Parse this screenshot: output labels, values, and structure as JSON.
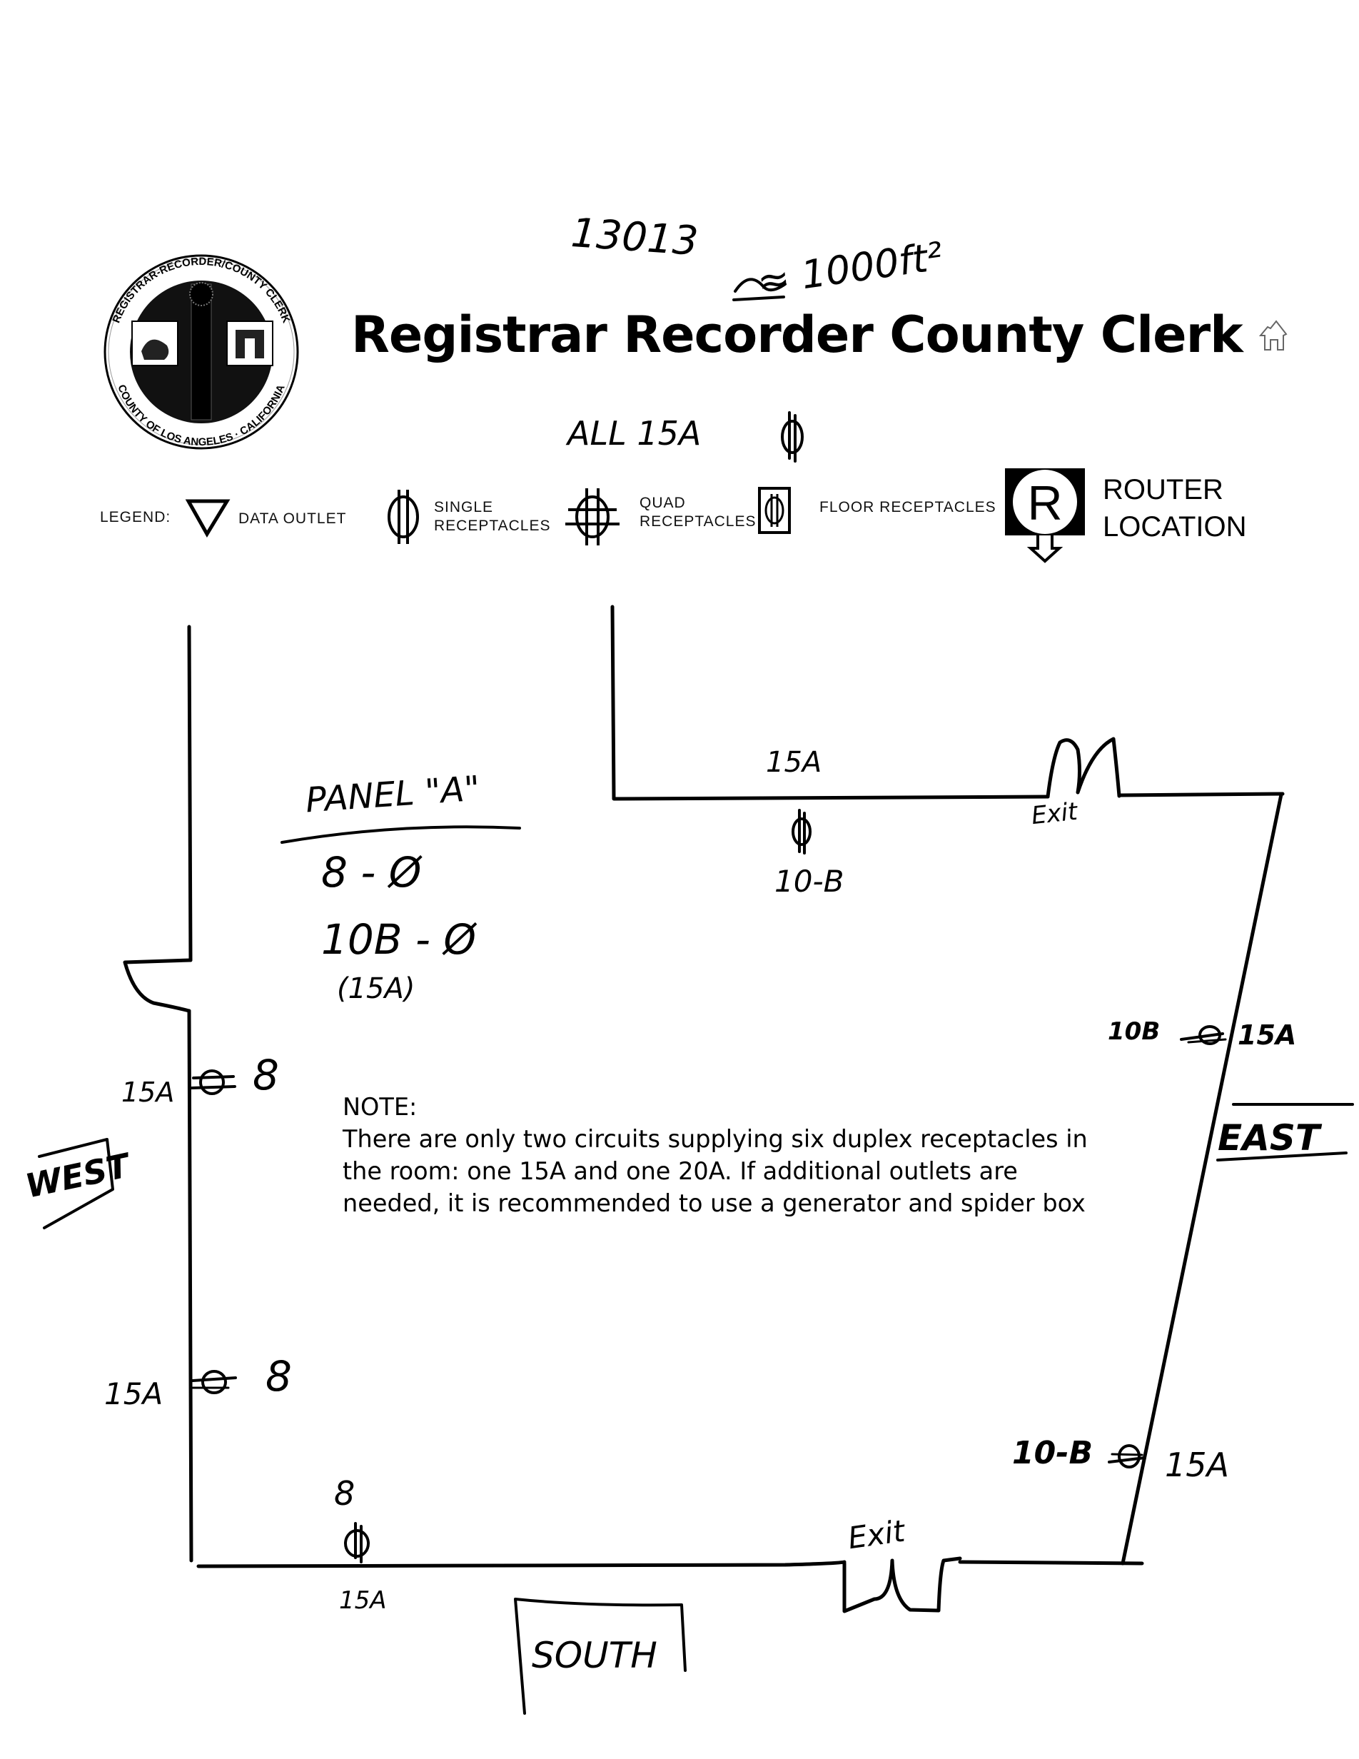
{
  "document": {
    "title": "Registrar Recorder County Clerk",
    "seal": {
      "top_text": "REGISTRAR-RECORDER/COUNTY CLERK",
      "bottom_text": "COUNTY OF LOS ANGELES · CALIFORNIA"
    },
    "home_icon": "home-icon"
  },
  "handwritten_header": {
    "site_number": "13013",
    "area": "≈ 1000ft²",
    "all_circuits": "ALL 15A"
  },
  "legend": {
    "label": "LEGEND:",
    "items": [
      {
        "icon": "data-outlet-icon",
        "label": "DATA OUTLET"
      },
      {
        "icon": "single-receptacle-icon",
        "label_line1": "SINGLE",
        "label_line2": "RECEPTACLES"
      },
      {
        "icon": "quad-receptacle-icon",
        "label_line1": "QUAD",
        "label_line2": "RECEPTACLES"
      },
      {
        "icon": "floor-receptacle-icon",
        "label": "FLOOR RECEPTACLES"
      },
      {
        "icon": "router-icon",
        "glyph": "R",
        "label_line1": "ROUTER",
        "label_line2": "LOCATION"
      }
    ]
  },
  "floor_plan": {
    "panel": {
      "title": "PANEL \"A\"",
      "line1": "8 - Ø",
      "line2": "10B - Ø",
      "line3": "(15A)"
    },
    "directions": {
      "west": "WEST",
      "east": "EAST",
      "south": "SOUTH"
    },
    "exits": [
      {
        "label": "Exit",
        "wall": "north"
      },
      {
        "label": "Exit",
        "wall": "south"
      }
    ],
    "receptacles": [
      {
        "wall": "north",
        "amps": "15A",
        "circuit": "10-B",
        "type": "single"
      },
      {
        "wall": "east-upper",
        "amps": "15A",
        "circuit": "10B",
        "type": "duplex"
      },
      {
        "wall": "east-lower",
        "amps": "15A",
        "circuit": "10-B",
        "type": "duplex"
      },
      {
        "wall": "west-upper",
        "amps": "15A",
        "circuit": "8",
        "type": "duplex"
      },
      {
        "wall": "west-lower",
        "amps": "15A",
        "circuit": "8",
        "type": "duplex"
      },
      {
        "wall": "south",
        "amps": "15A",
        "circuit": "8",
        "type": "single"
      }
    ],
    "note": {
      "heading": "NOTE:",
      "lines": [
        "There are only two circuits supplying six duplex receptacles in",
        "the room: one 15A and one 20A. If additional outlets are",
        "needed, it is recommended to use a generator and spider box"
      ]
    }
  }
}
